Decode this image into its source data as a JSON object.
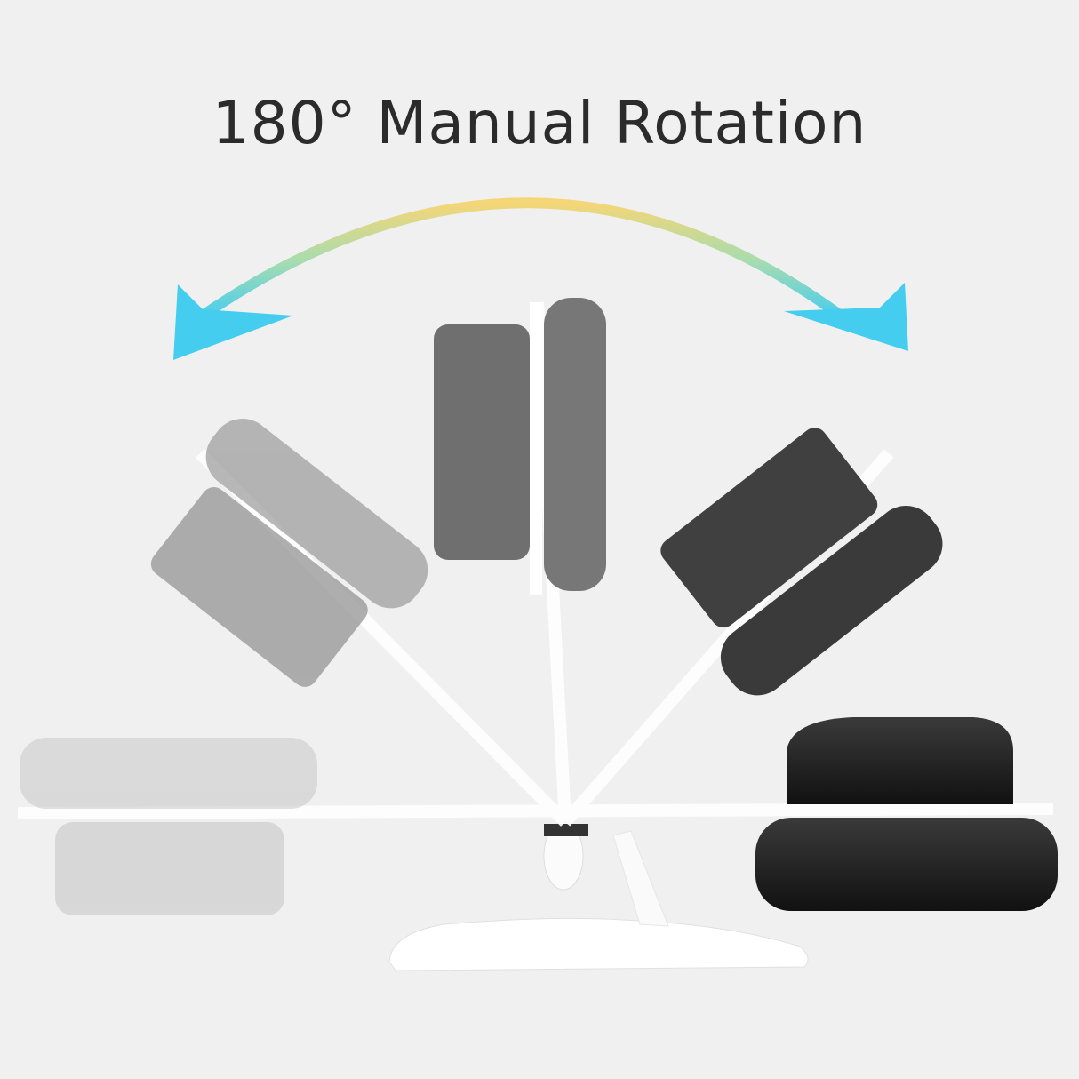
{
  "headline": "180° Manual Rotation",
  "illustration": {
    "subject": "camera-on-stand",
    "positions": [
      "0°",
      "45°",
      "90°",
      "135°",
      "180°"
    ],
    "arrow": {
      "direction": "bidirectional",
      "gradient_top": "#f5d677",
      "gradient_bottom": "#45cdf0"
    },
    "colors": {
      "background": "#f0f0f0",
      "stand": "#ffffff",
      "camera_final": "#1c1c1c"
    }
  }
}
